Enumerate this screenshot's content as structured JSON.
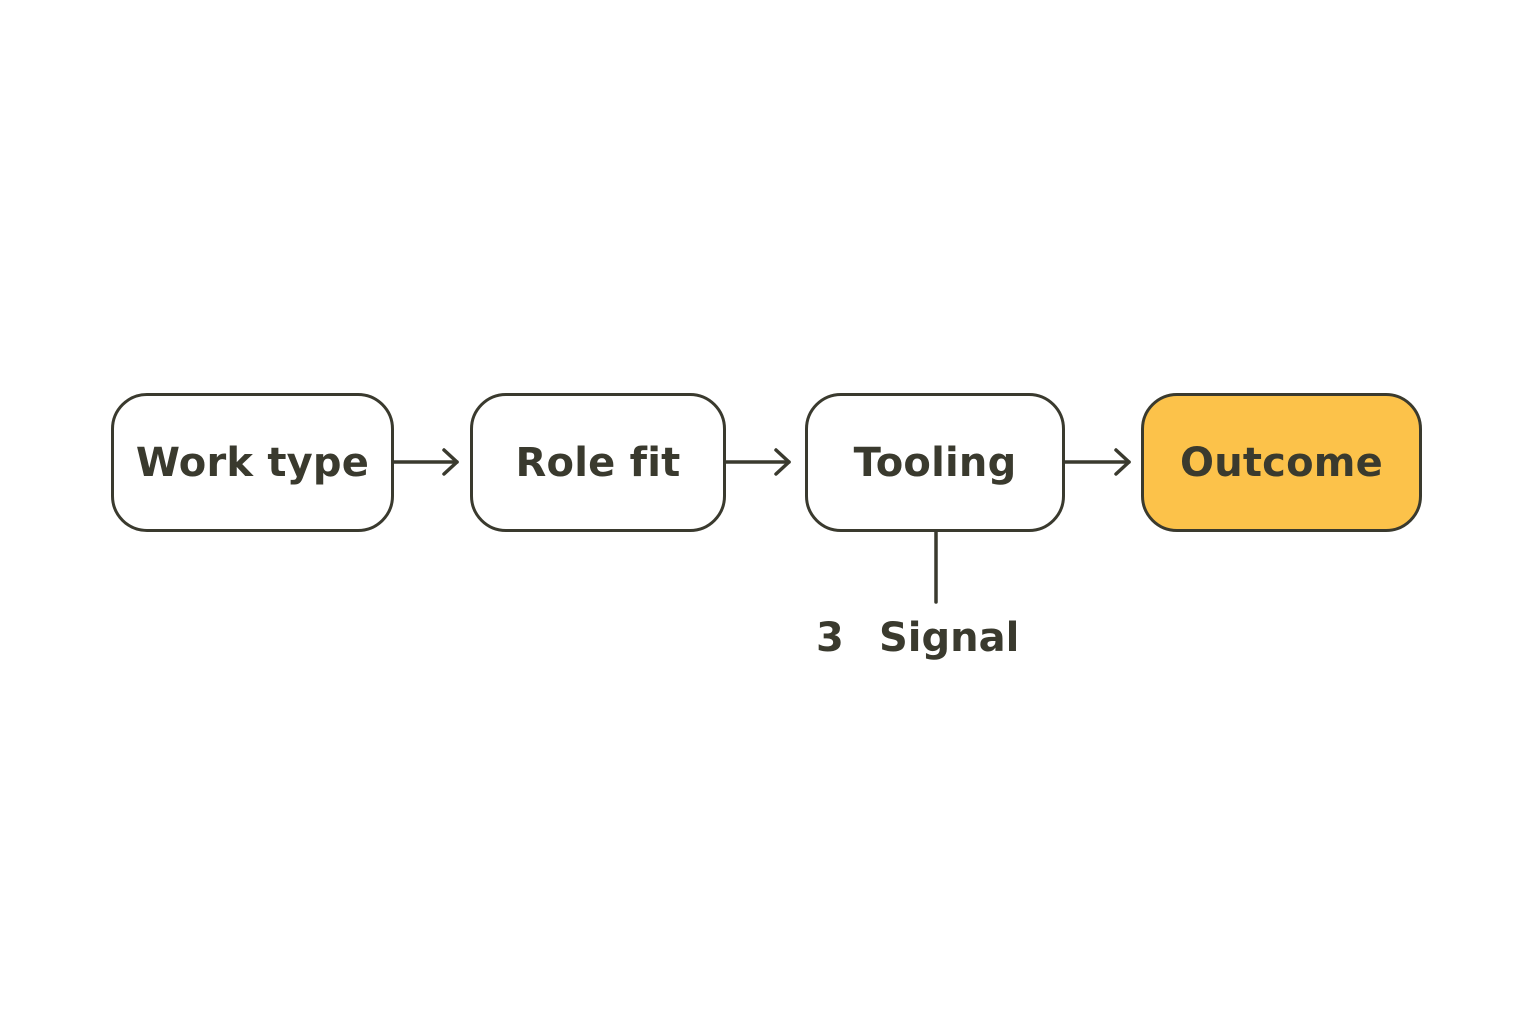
{
  "flow": {
    "steps": [
      {
        "label": "Work type",
        "highlighted": false
      },
      {
        "label": "Role fit",
        "highlighted": false
      },
      {
        "label": "Tooling",
        "highlighted": false
      },
      {
        "label": "Outcome",
        "highlighted": true
      }
    ],
    "branch": {
      "from_step": "Tooling",
      "number": "3",
      "label": "Signal"
    }
  },
  "colors": {
    "stroke": "#3a3a2e",
    "text": "#3a3a2e",
    "highlight_fill": "#fcc24a",
    "background": "#ffffff"
  },
  "icons": {
    "connector": "arrow-right-icon"
  }
}
